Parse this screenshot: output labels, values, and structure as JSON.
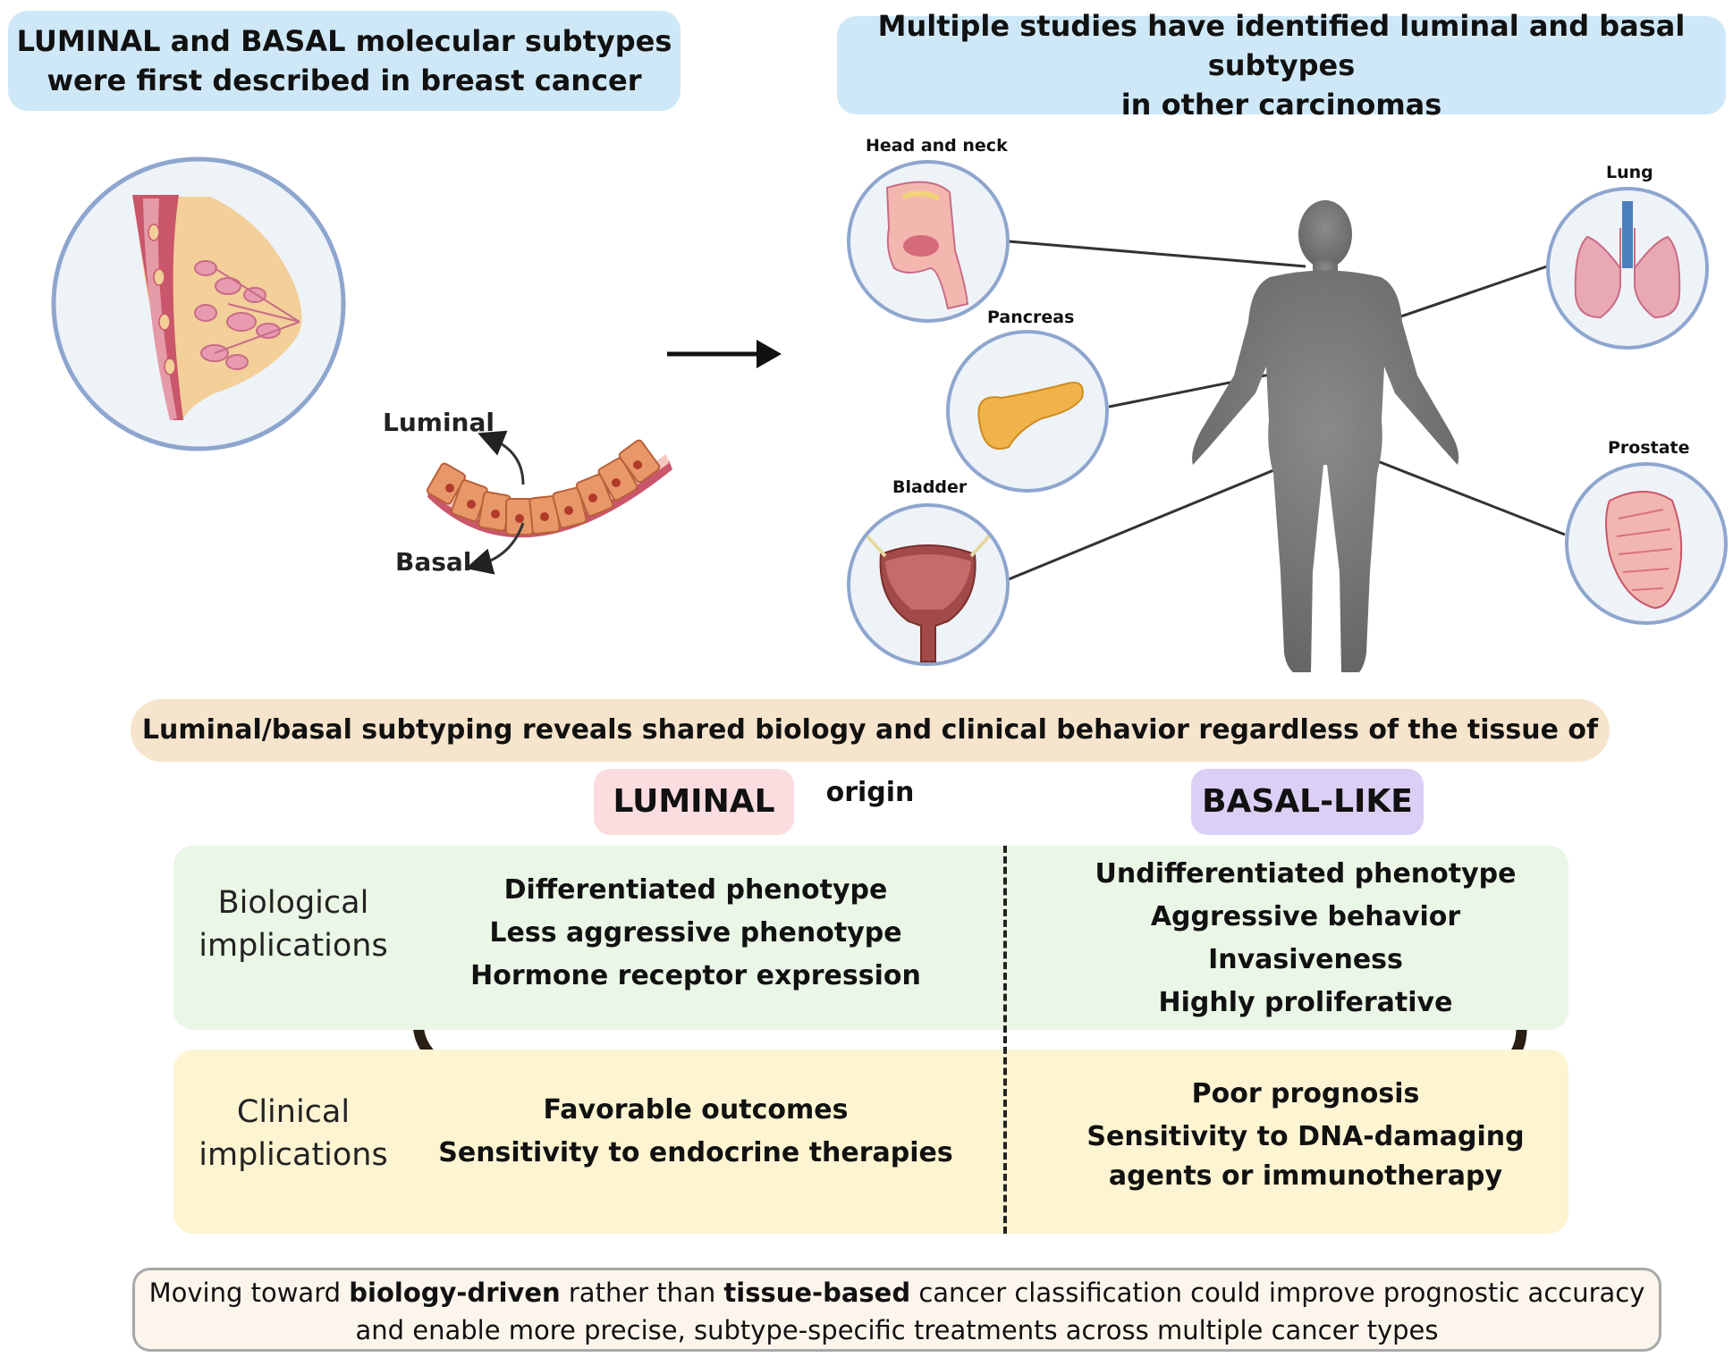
{
  "headers": {
    "left": {
      "line1": "LUMINAL and BASAL molecular subtypes",
      "line2": "were first described in breast cancer"
    },
    "right": {
      "line1": "Multiple studies have identified luminal and basal subtypes",
      "line2": "in other carcinomas"
    }
  },
  "epithelium": {
    "luminal_label": "Luminal",
    "basal_label": "Basal"
  },
  "organs": {
    "head_neck": "Head and neck",
    "pancreas": "Pancreas",
    "bladder": "Bladder",
    "lung": "Lung",
    "prostate": "Prostate"
  },
  "banner": "Luminal/basal subtyping reveals shared biology and clinical behavior regardless of the tissue of origin",
  "columns": {
    "luminal": "LUMINAL",
    "basal": "BASAL-LIKE"
  },
  "rows": {
    "biological": {
      "line1": "Biological",
      "line2": "implications"
    },
    "clinical": {
      "line1": "Clinical",
      "line2": "implications"
    }
  },
  "luminal_biological": [
    "Differentiated phenotype",
    "Less aggressive phenotype",
    "Hormone receptor expression"
  ],
  "basal_biological": [
    "Undifferentiated phenotype",
    "Aggressive behavior",
    "Invasiveness",
    "Highly proliferative"
  ],
  "luminal_clinical": [
    "Favorable outcomes",
    "Sensitivity to endocrine therapies"
  ],
  "basal_clinical": [
    "Poor prognosis",
    "Sensitivity to DNA-damaging",
    "agents or immunotherapy"
  ],
  "footer": {
    "part1": "Moving toward ",
    "bold1": "biology-driven",
    "part2": " rather than ",
    "bold2": "tissue-based",
    "part3": " cancer classification could improve prognostic accuracy",
    "line2": "and enable more precise, subtype-specific treatments across multiple cancer types"
  },
  "colors": {
    "header_bg": "#cfe8f8",
    "banner_bg": "#f6e4cc",
    "luminal_pill": "#fbdde0",
    "basal_pill": "#dccff5",
    "biological_panel": "#eaf6e6",
    "clinical_panel": "#fdf4d2",
    "circle_border": "#8ea6cf"
  }
}
